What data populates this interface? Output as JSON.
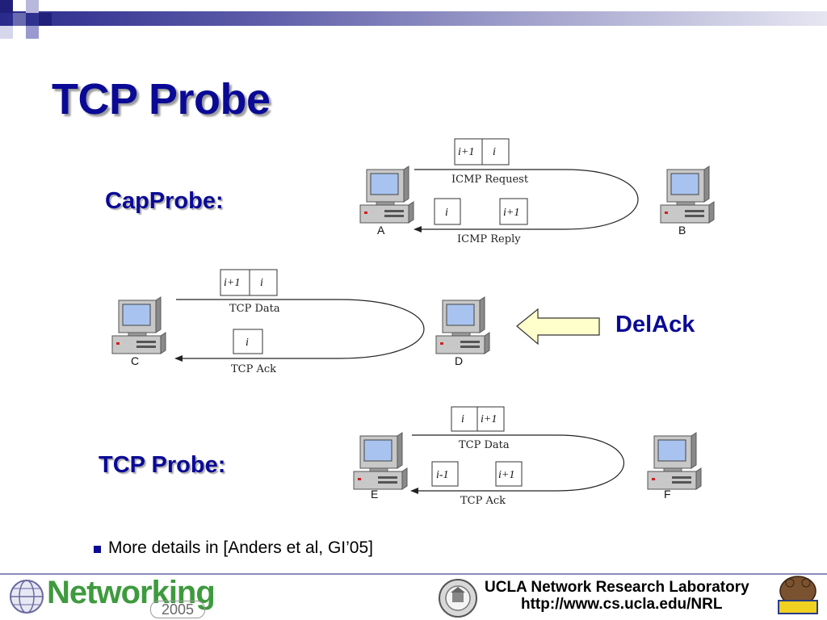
{
  "slide": {
    "title": "TCP Probe"
  },
  "sections": {
    "capprobe_label": "CapProbe:",
    "tcpprobe_label": "TCP Probe:",
    "delack_label": "DelAck"
  },
  "diagram_ab": {
    "request_label": "ICMP Request",
    "reply_label": "ICMP Reply",
    "request_packets": [
      "i+1",
      "i"
    ],
    "reply_packets": [
      "i",
      "i+1"
    ],
    "left_node": "A",
    "right_node": "B"
  },
  "diagram_cd": {
    "data_label": "TCP Data",
    "ack_label": "TCP Ack",
    "data_packets": [
      "i+1",
      "i"
    ],
    "ack_packets": [
      "i"
    ],
    "left_node": "C",
    "right_node": "D"
  },
  "diagram_ef": {
    "data_label": "TCP Data",
    "ack_label": "TCP Ack",
    "data_packets": [
      "i",
      "i+1"
    ],
    "ack_packets": [
      "i-1",
      "i+1"
    ],
    "left_node": "E",
    "right_node": "F"
  },
  "bullets": [
    "More details in [Anders et al, GI’05]"
  ],
  "footer": {
    "networking_logo": "Networking",
    "networking_year": "2005",
    "lab_name": "UCLA Network Research Laboratory",
    "lab_url": "http://www.cs.ucla.edu/NRL"
  },
  "colors": {
    "title": "#0a0a96",
    "arrow_fill": "#ffffcc",
    "logo_green": "#3e9a3e"
  }
}
